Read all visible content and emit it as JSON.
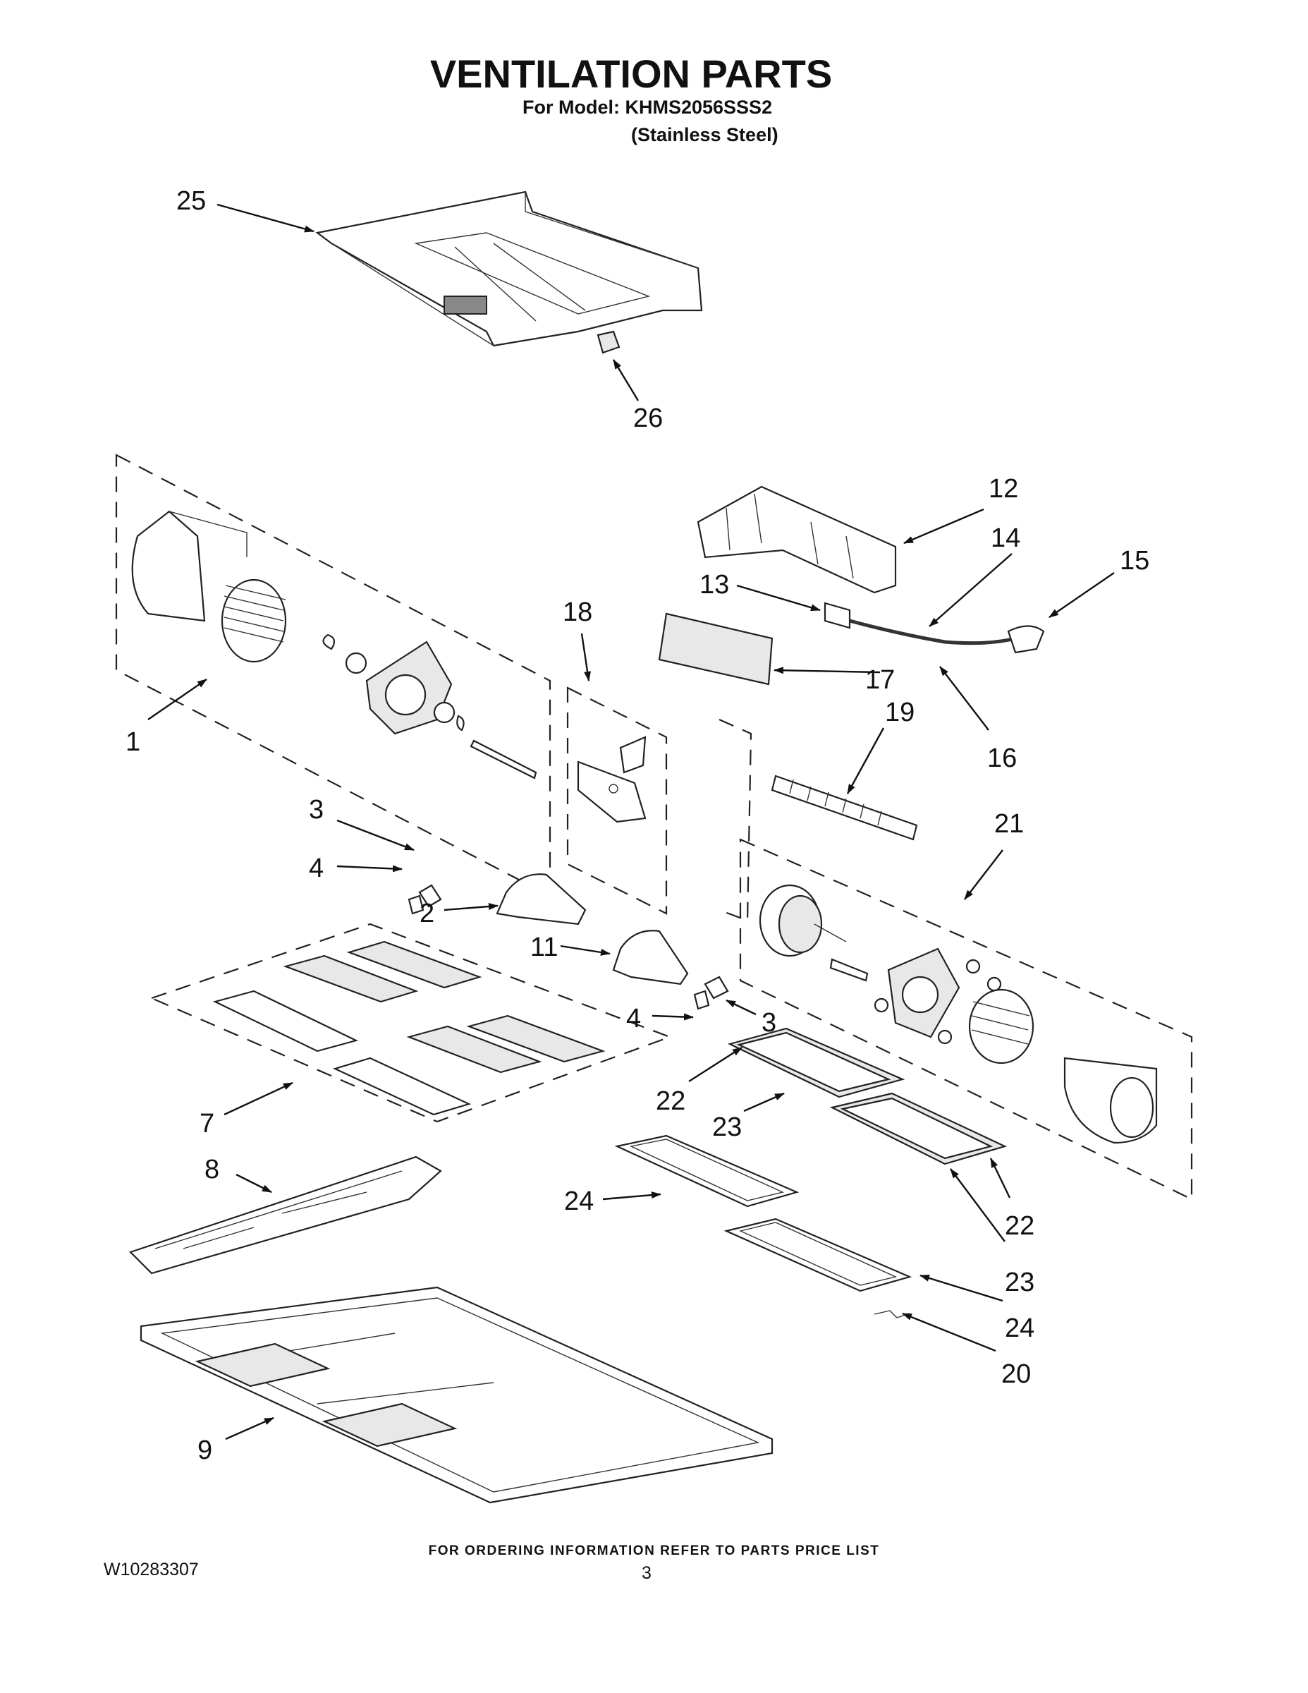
{
  "header": {
    "title": "VENTILATION PARTS",
    "model_line": "For Model: KHMS2056SSS2",
    "finish_line": "(Stainless Steel)"
  },
  "callouts": [
    "25",
    "26",
    "12",
    "14",
    "15",
    "13",
    "18",
    "17",
    "19",
    "1",
    "16",
    "3",
    "21",
    "4",
    "2",
    "11",
    "4",
    "3",
    "22",
    "7",
    "23",
    "8",
    "24",
    "22",
    "23",
    "24",
    "20",
    "9"
  ],
  "footer": {
    "ordering_note": "FOR ORDERING INFORMATION REFER TO PARTS PRICE LIST",
    "document_number": "W10283307",
    "page_number": "3"
  }
}
